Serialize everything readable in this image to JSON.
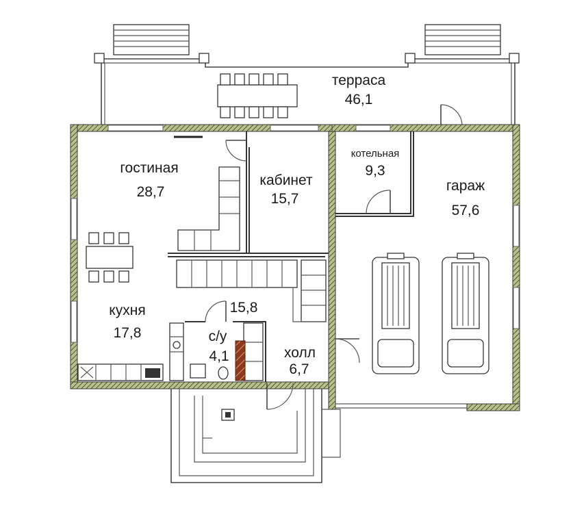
{
  "rooms": [
    {
      "id": "terrace",
      "name": "терраса",
      "area": "46,1"
    },
    {
      "id": "living",
      "name": "гостиная",
      "area": "28,7"
    },
    {
      "id": "study",
      "name": "кабинет",
      "area": "15,7"
    },
    {
      "id": "boiler",
      "name": "котельная",
      "area": "9,3"
    },
    {
      "id": "garage",
      "name": "гараж",
      "area": "57,6"
    },
    {
      "id": "kitchen",
      "name": "кухня",
      "area": "17,8"
    },
    {
      "id": "stair-area",
      "name": "",
      "area": "15,8"
    },
    {
      "id": "bathroom",
      "name": "с/у",
      "area": "4,1"
    },
    {
      "id": "hall",
      "name": "холл",
      "area": "6,7"
    }
  ],
  "colors": {
    "wall_fill": "#7c8a5a",
    "wall_stroke": "#3a3a3a",
    "line": "#333333",
    "door_brown": "#8b3a1e"
  }
}
